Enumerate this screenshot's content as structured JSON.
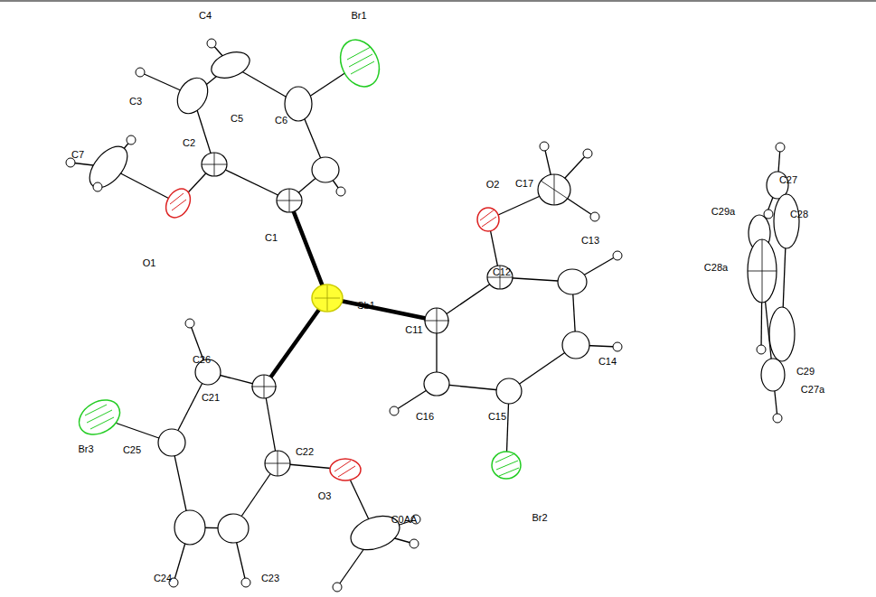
{
  "diagram": {
    "labels": [
      "C4",
      "Br1",
      "C3",
      "C5",
      "C7",
      "C2",
      "C6",
      "O1",
      "C1",
      "O2",
      "C17",
      "C27",
      "C29a",
      "C28",
      "C13",
      "C12",
      "C28a",
      "Sb1",
      "C11",
      "C26",
      "C14",
      "C29",
      "C27a",
      "C21",
      "C16",
      "C15",
      "Br3",
      "C25",
      "C22",
      "O3",
      "Br2",
      "C0AA",
      "C24",
      "C23"
    ]
  }
}
